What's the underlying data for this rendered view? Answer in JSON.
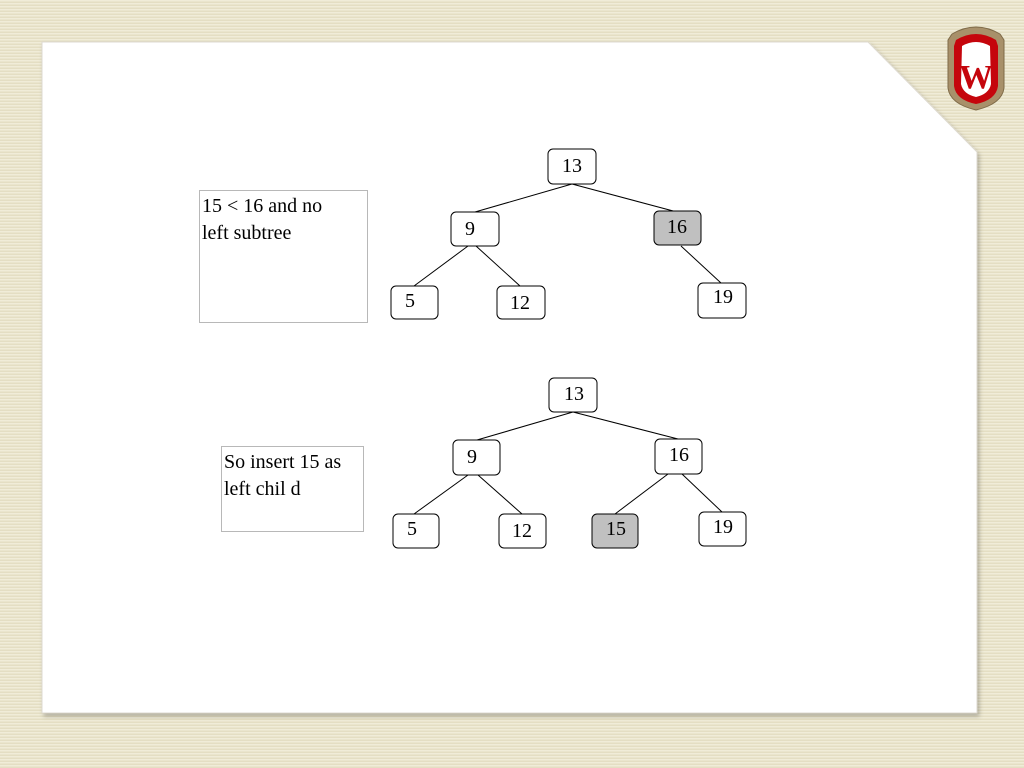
{
  "notes": {
    "step1": "15 < 16 and no\nleft subtree",
    "step2": "So insert 15 as\nleft chil d"
  },
  "colors": {
    "node_fill": "#ffffff",
    "highlight_fill": "#c0c0c0",
    "crest_red": "#c5050c"
  },
  "trees": {
    "before": {
      "root": "13",
      "left": "9",
      "right": "16",
      "left_left": "5",
      "left_right": "12",
      "right_right": "19",
      "highlighted": "16"
    },
    "after": {
      "root": "13",
      "left": "9",
      "right": "16",
      "left_left": "5",
      "left_right": "12",
      "right_left": "15",
      "right_right": "19",
      "highlighted": "15"
    }
  },
  "logo": {
    "letter": "W",
    "icon": "uw-crest-icon"
  }
}
